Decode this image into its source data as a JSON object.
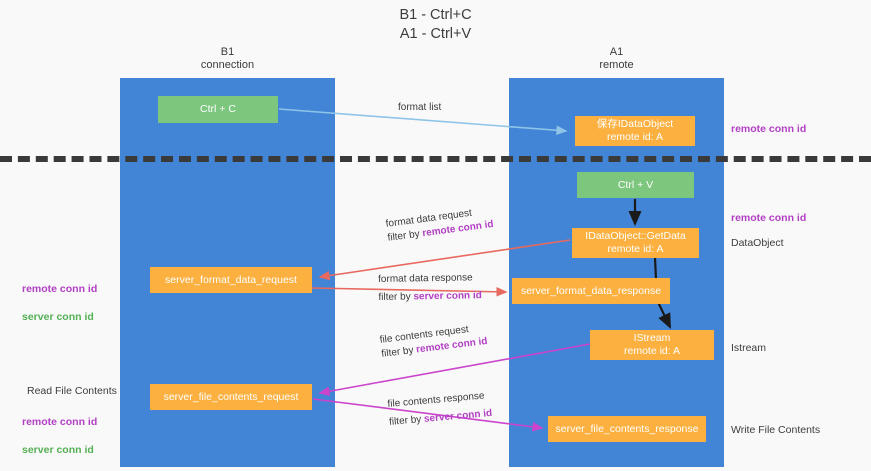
{
  "title": "B1 - Ctrl+C\nA1 - Ctrl+V",
  "columns": {
    "left": "B1\nconnection",
    "right": "A1\nremote"
  },
  "nodes": {
    "ctrl_c": "Ctrl + C",
    "data_object": "保存IDataObject\nremote id: A",
    "ctrl_v": "Ctrl + V",
    "get_data": "IDataObject::GetData\nremote id: A",
    "server_format_data_request": "server_format_data_request",
    "server_format_data_response": "server_format_data_response",
    "istream": "IStream\nremote id: A",
    "server_file_contents_request": "server_file_contents_request",
    "server_file_contents_response": "server_file_contents_response"
  },
  "edge_labels": {
    "format_list": "format list",
    "format_data_request": "format data request",
    "format_data_request_filter_prefix": "filter by ",
    "format_data_request_filter_key": "remote conn id",
    "format_data_response": "format data response",
    "format_data_response_filter_prefix": "filter by ",
    "format_data_response_filter_key": "server conn id",
    "file_contents_request": "file contents request",
    "file_contents_request_filter_prefix": "filter by ",
    "file_contents_request_filter_key": "remote conn id",
    "file_contents_response": "file contents response",
    "file_contents_response_filter_prefix": "filter by ",
    "file_contents_response_filter_key": "server conn id"
  },
  "annotations": {
    "remote_conn_id_top": "remote conn id",
    "remote_conn_id_mid": "remote conn id",
    "data_object_label": "DataObject",
    "istream_label": "Istream",
    "write_file_contents": "Write File Contents",
    "read_file_contents": "Read File Contents",
    "left_remote_conn_id_1": "remote conn id",
    "left_server_conn_id_1": "server conn id",
    "left_remote_conn_id_2": "remote conn id",
    "left_server_conn_id_2": "server conn id"
  },
  "colors": {
    "lane": "#4285d6",
    "node_green": "#7dc67d",
    "node_orange": "#fbb040",
    "remote_conn_id": "#b23fc4",
    "server_conn_id": "#54b054",
    "arrow_blue": "#8ec4e8",
    "arrow_red": "#e8695f",
    "arrow_magenta": "#cc44cc",
    "arrow_black": "#1a1a1a",
    "background": "#f9f9f9"
  }
}
